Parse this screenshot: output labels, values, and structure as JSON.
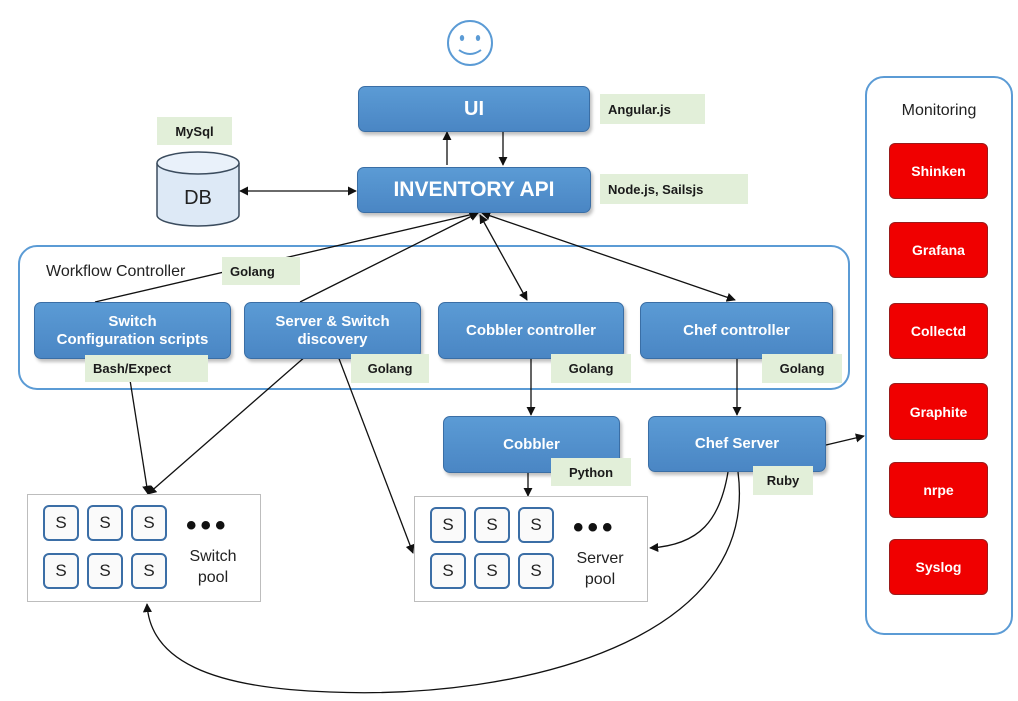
{
  "db": {
    "label": "DB",
    "tag": "MySql"
  },
  "ui": {
    "label": "UI",
    "tag": "Angular.js"
  },
  "api": {
    "label": "INVENTORY API",
    "tag": "Node.js, Sailsjs"
  },
  "workflow": {
    "title": "Workflow Controller",
    "tag": "Golang",
    "switch_scripts": {
      "line1": "Switch",
      "line2": "Configuration scripts",
      "tag": "Bash/Expect"
    },
    "discovery": {
      "line1": "Server & Switch",
      "line2": "discovery",
      "tag": "Golang"
    },
    "cobbler_ctrl": {
      "label": "Cobbler controller",
      "tag": "Golang"
    },
    "chef_ctrl": {
      "label": "Chef controller",
      "tag": "Golang"
    }
  },
  "cobbler": {
    "label": "Cobbler",
    "tag": "Python"
  },
  "chef_server": {
    "label": "Chef Server",
    "tag": "Ruby"
  },
  "switch_pool": {
    "cell": "S",
    "dots": "•••",
    "line1": "Switch",
    "line2": "pool"
  },
  "server_pool": {
    "cell": "S",
    "dots": "•••",
    "line1": "Server",
    "line2": "pool"
  },
  "monitoring": {
    "title": "Monitoring",
    "items": [
      "Shinken",
      "Grafana",
      "Collectd",
      "Graphite",
      "nrpe",
      "Syslog"
    ]
  },
  "colors": {
    "box_blue": "#4a86c4",
    "tag_green": "#e2efd9",
    "monitor_red": "#f00000",
    "container_border": "#5b9bd5"
  },
  "icons": {
    "user": "smiley-face-icon"
  }
}
